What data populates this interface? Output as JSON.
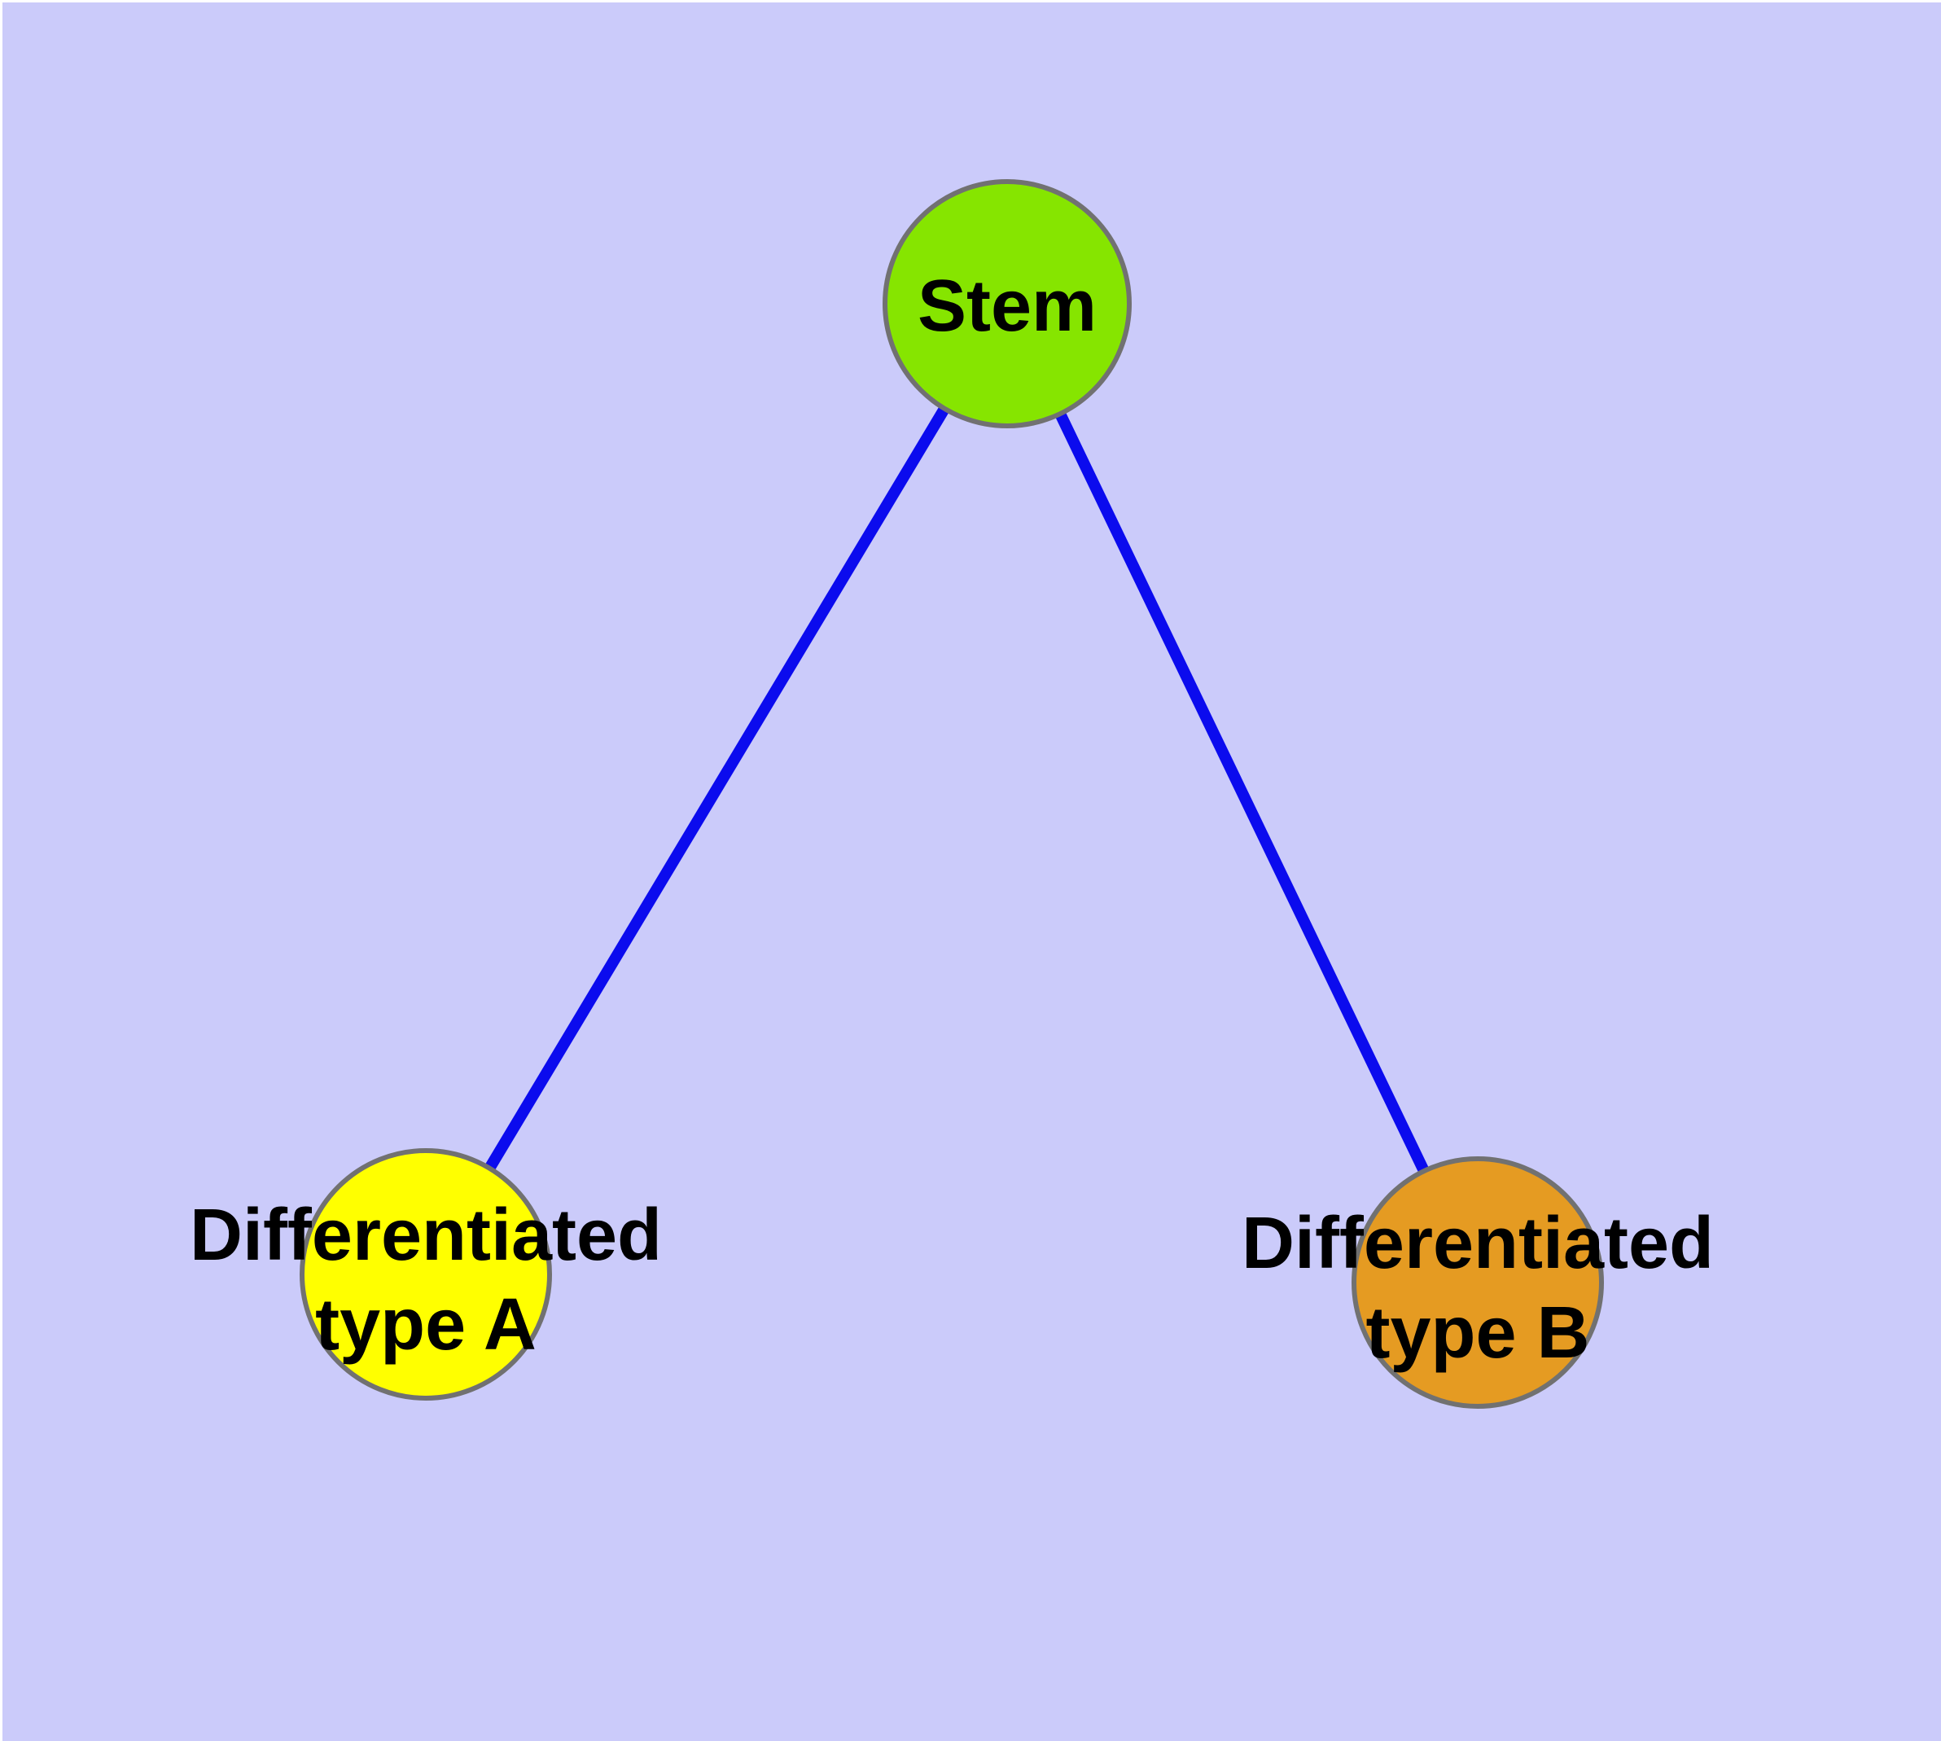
{
  "diagram": {
    "type": "node-link-graph",
    "background_color": "#cbcbfa",
    "edge_color": "#0b0bee",
    "node_border_color": "#717171",
    "text_color": "#000000",
    "nodes": [
      {
        "id": "stem",
        "label": "Stem",
        "fill": "#86e500"
      },
      {
        "id": "differentiated-type-a",
        "label_line1": "Differentiated",
        "label_line2": "type A",
        "fill": "#ffff00"
      },
      {
        "id": "differentiated-type-b",
        "label_line1": "Differentiated",
        "label_line2": "type B",
        "fill": "#e59b22"
      }
    ],
    "edges": [
      {
        "from": "Stem",
        "to": "Differentiated type A"
      },
      {
        "from": "Stem",
        "to": "Differentiated type B"
      }
    ]
  }
}
